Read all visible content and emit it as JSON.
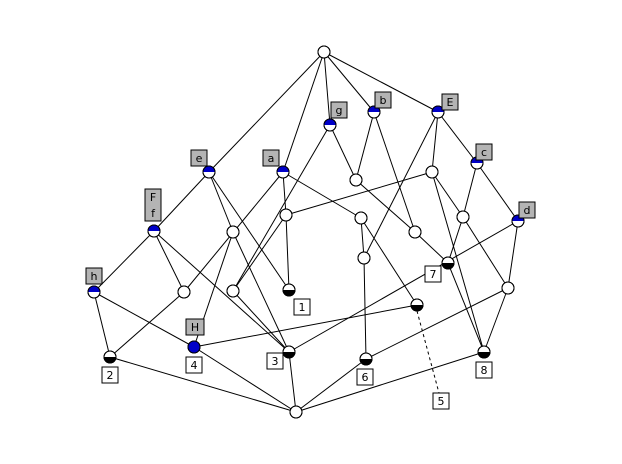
{
  "diagram": {
    "colors": {
      "attribute_fill": "#0000c8",
      "object_fill": "#000000",
      "node_bg": "#ffffff",
      "attribute_label_bg": "#b4b4b4",
      "object_label_bg": "#ffffff"
    },
    "attribute_labels": [
      {
        "id": "lab-g",
        "text": "g"
      },
      {
        "id": "lab-b",
        "text": "b"
      },
      {
        "id": "lab-E",
        "text": "E"
      },
      {
        "id": "lab-a",
        "text": "a"
      },
      {
        "id": "lab-e",
        "text": "e"
      },
      {
        "id": "lab-c",
        "text": "c"
      },
      {
        "id": "lab-F",
        "text": "F"
      },
      {
        "id": "lab-f",
        "text": "f"
      },
      {
        "id": "lab-d",
        "text": "d"
      },
      {
        "id": "lab-h",
        "text": "h"
      },
      {
        "id": "lab-H",
        "text": "H"
      }
    ],
    "object_labels": [
      {
        "id": "lab-1",
        "text": "1"
      },
      {
        "id": "lab-2",
        "text": "2"
      },
      {
        "id": "lab-3",
        "text": "3"
      },
      {
        "id": "lab-4",
        "text": "4"
      },
      {
        "id": "lab-5",
        "text": "5"
      },
      {
        "id": "lab-6",
        "text": "6"
      },
      {
        "id": "lab-7",
        "text": "7"
      },
      {
        "id": "lab-8",
        "text": "8"
      }
    ]
  }
}
